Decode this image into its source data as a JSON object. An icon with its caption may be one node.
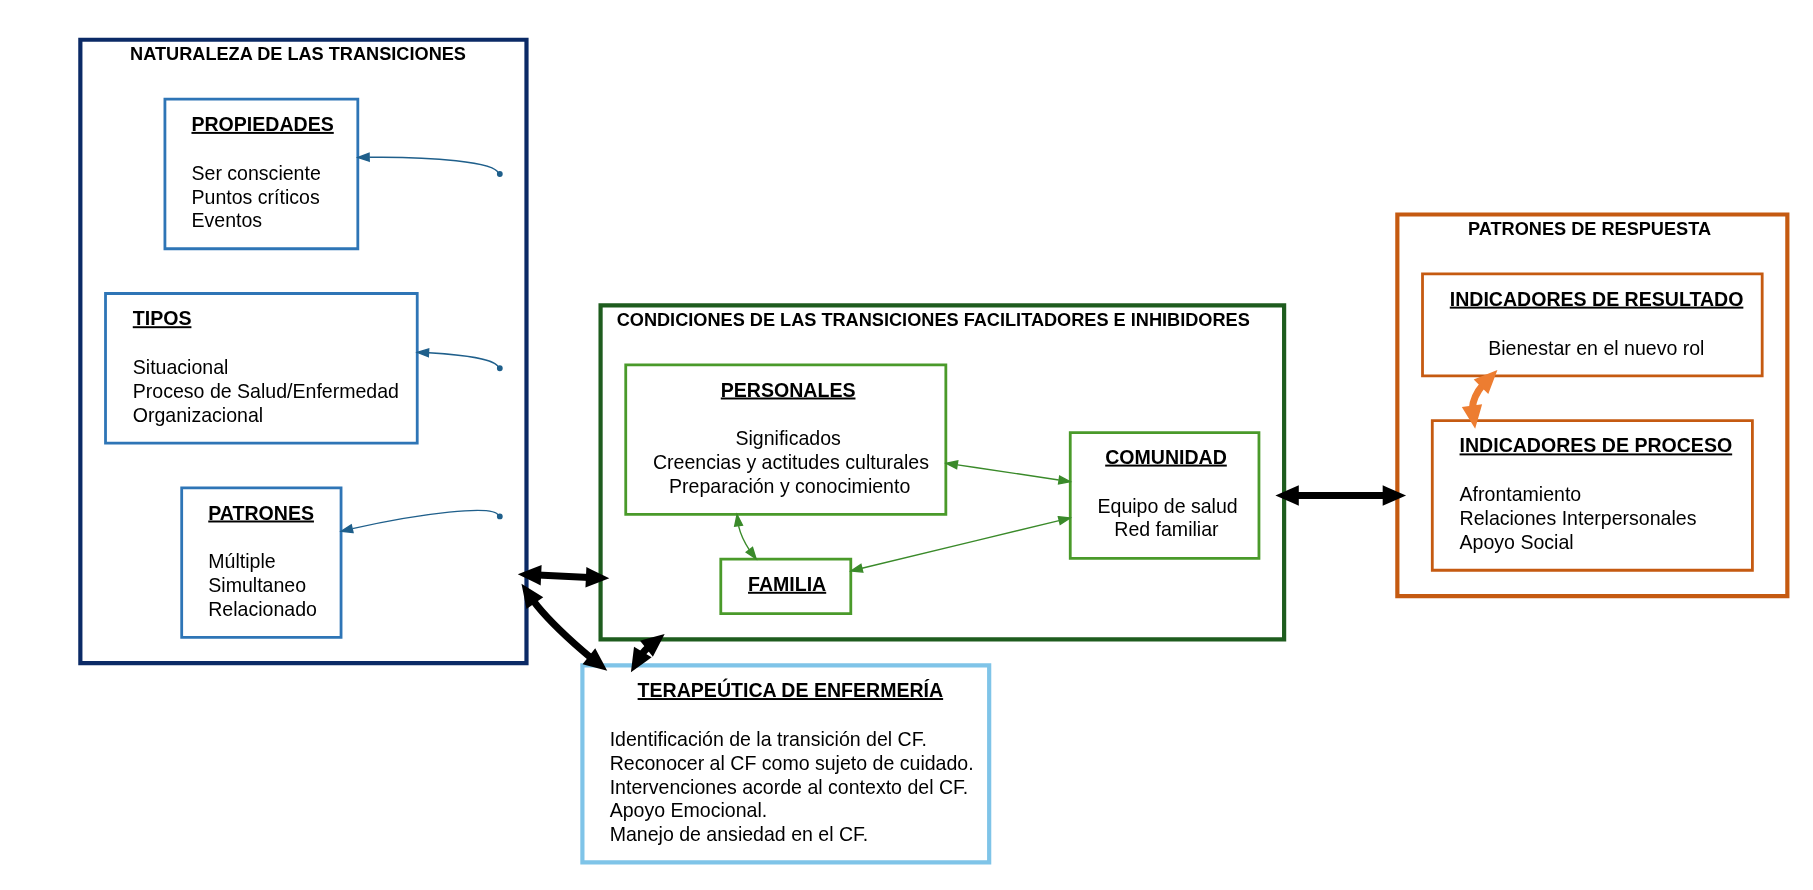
{
  "diagram": {
    "nodes": [
      {
        "text": [
          "NATURALEZA DE LAS TRANSICIONES"
        ]
      },
      {
        "text": [
          "TIPOS",
          "Situacional",
          "Proceso de Salud/Enfermedad",
          "Organizacional"
        ],
        "in": 0
      },
      {
        "text": [
          "PATRONES",
          "Múltiple",
          "Simultaneo",
          "Relacionado"
        ],
        "in": 0
      },
      {
        "text": [
          "PROPIEDADES",
          "Ser consciente",
          "Puntos críticos",
          "Eventos"
        ],
        "in": 0
      },
      {
        "text": [
          "CONDICIONES DE LAS TRANSICIONES FACILITADORES E INHIBIDORES"
        ]
      },
      {
        "text": [
          "PERSONALES",
          "Significados",
          "Creencias y actitudes culturales",
          "Preparación y conocimiento"
        ],
        "in": 4
      },
      {
        "text": [
          "FAMILIA"
        ],
        "in": 4
      },
      {
        "text": [
          "COMUNIDAD",
          "Equipo de salud",
          "Red familiar"
        ],
        "in": 4
      },
      {
        "text": [
          "TERAPEÚTICA DE ENFERMERÍA",
          "Identificación de la transición del CF.",
          "Reconocer al CF como sujeto de cuidado.",
          "Intervenciones acorde al contexto del CF.",
          "Apoyo Emocional.",
          "Manejo de ansiedad en el CF."
        ]
      },
      {
        "text": [
          "PATRONES DE RESPUESTA"
        ]
      },
      {
        "text": [
          "INDICADORES DE PROCESO",
          "Afrontamiento",
          "Relaciones Interpersonales",
          "Apoyo Social"
        ],
        "in": 9
      },
      {
        "text": [
          "INDICADORES DE RESULTADO",
          "Bienestar en el nuevo rol"
        ],
        "in": 9
      }
    ],
    "edges": [
      {
        "from": null,
        "to": 1,
        "arrow": "to",
        "color": "#1f5f8b"
      },
      {
        "from": null,
        "to": 2,
        "arrow": "to",
        "color": "#1f5f8b"
      },
      {
        "from": null,
        "to": 3,
        "arrow": "to",
        "color": "#1f5f8b"
      },
      {
        "from": 5,
        "to": 6,
        "arrow": "both",
        "color": "#3a8a2a"
      },
      {
        "from": 5,
        "to": 7,
        "arrow": "both",
        "color": "#3a8a2a"
      },
      {
        "from": 6,
        "to": 7,
        "arrow": "both",
        "color": "#3a8a2a"
      },
      {
        "from": 0,
        "to": 4,
        "arrow": "both",
        "style": "thick",
        "color": "#000000"
      },
      {
        "from": 4,
        "to": 8,
        "arrow": "both",
        "style": "thick",
        "color": "#000000"
      },
      {
        "from": 4,
        "to": 9,
        "arrow": "both",
        "style": "thick",
        "color": "#000000"
      },
      {
        "from": 10,
        "to": 11,
        "arrow": "both",
        "style": "thick",
        "color": "#ed7d31"
      },
      {
        "from": 8,
        "to": 0,
        "arrow": "both",
        "style": "thick",
        "color": "#000000"
      }
    ]
  }
}
